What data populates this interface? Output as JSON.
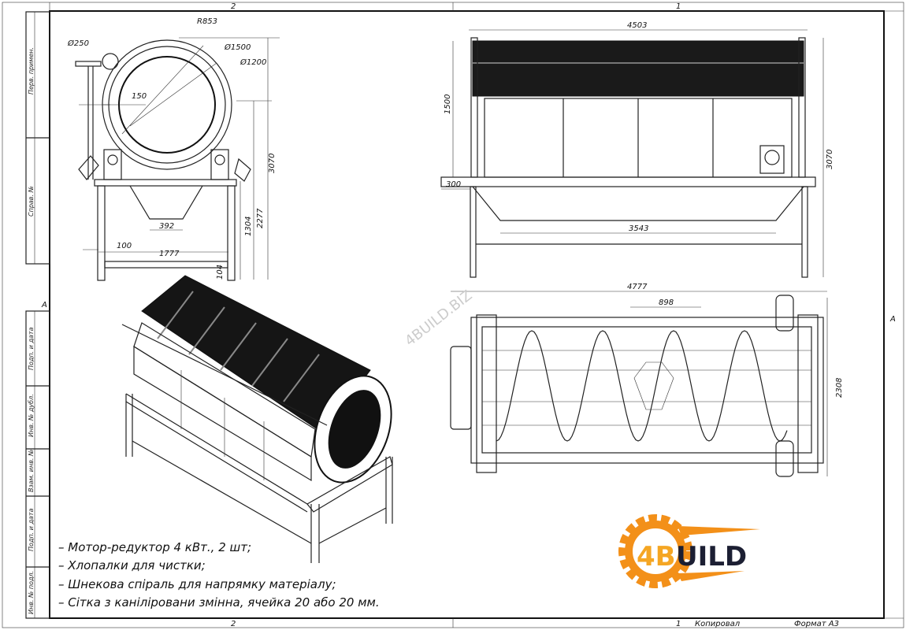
{
  "sheet": {
    "zone_top_left": "2",
    "zone_top_right": "1",
    "zone_bottom_left": "2",
    "zone_bottom_right": "1",
    "zone_left": "A",
    "zone_right": "A",
    "copied_label": "Копировал",
    "format_label": "Формат А3"
  },
  "side_stamp": [
    "Перв. примен.",
    "Справ. №",
    "Подп. и дата",
    "Инв. № дубл.",
    "Взам. инв. №",
    "Подп. и дата",
    "Инв. № подл."
  ],
  "front_view": {
    "r853": "R853",
    "d250": "Ø250",
    "d1500": "Ø1500",
    "d1200": "Ø1200",
    "d150": "150",
    "h3070": "3070",
    "h2277": "2277",
    "h1304": "1304",
    "w392": "392",
    "w100": "100",
    "w1777": "1777",
    "h104": "104"
  },
  "side_view": {
    "w4503": "4503",
    "h1500": "1500",
    "h3070": "3070",
    "w300": "300",
    "w3543": "3543"
  },
  "top_view": {
    "w4777": "4777",
    "w898": "898",
    "h2308": "2308"
  },
  "watermark": "4BUILD.BIZ",
  "notes": [
    "– Мотор-редуктор 4 кВт., 2 шт;",
    "– Хлопалки для чистки;",
    "– Шнекова спіраль для напрямку матеріалу;",
    "– Сітка з каніліровани змінна, ячейка 20 або 20 мм."
  ],
  "logo": {
    "part1": "4B",
    "part2": "UILD",
    "orange": "#f39019",
    "navy": "#1c1f33"
  }
}
